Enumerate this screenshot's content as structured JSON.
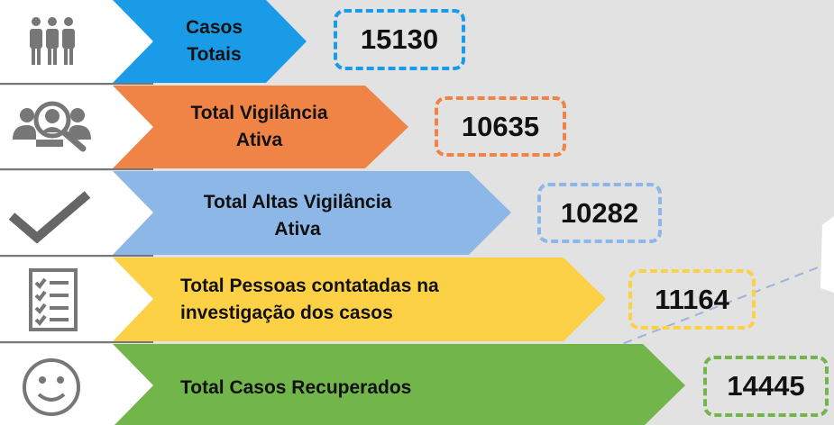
{
  "rows": [
    {
      "label_lines": [
        "Casos",
        "Totais"
      ],
      "value": "15130",
      "color": "#1a9be8",
      "icon": "people-group-icon"
    },
    {
      "label_lines": [
        "Total Vigilância",
        "Ativa"
      ],
      "value": "10635",
      "color": "#ef8446",
      "icon": "person-search-icon"
    },
    {
      "label_lines": [
        "Total Altas Vigilância",
        "Ativa"
      ],
      "value": "10282",
      "color": "#8db7e6",
      "icon": "checkmark-icon"
    },
    {
      "label_lines": [
        "Total Pessoas contatadas na",
        "investigação dos casos"
      ],
      "value": "11164",
      "color": "#fdd145",
      "icon": "checklist-icon"
    },
    {
      "label_lines": [
        "Total Casos Recuperados"
      ],
      "value": "14445",
      "color": "#71b54b",
      "icon": "smiley-face-icon"
    }
  ]
}
